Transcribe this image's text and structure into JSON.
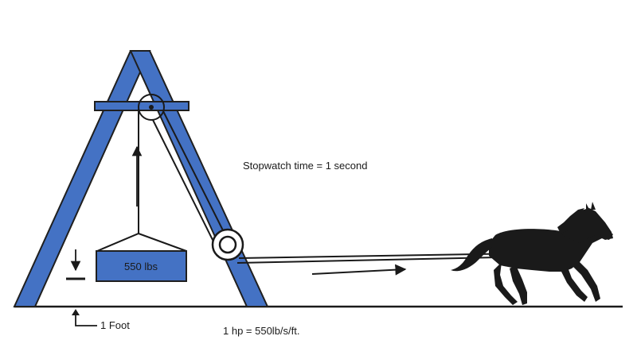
{
  "weight_label": "550 lbs",
  "stopwatch_label": "Stopwatch time = 1 second",
  "distance_label": "1 Foot",
  "formula_label": "1 hp = 550lb/s/ft.",
  "colors": {
    "frame": "#4472c4",
    "outline": "#1f1f1f",
    "horse": "#1a1a1a",
    "text": "#1a1a1a"
  },
  "icons": [
    "pulley-icon",
    "horse-icon",
    "arrow-up-icon",
    "arrow-down-icon",
    "arrow-right-icon"
  ]
}
